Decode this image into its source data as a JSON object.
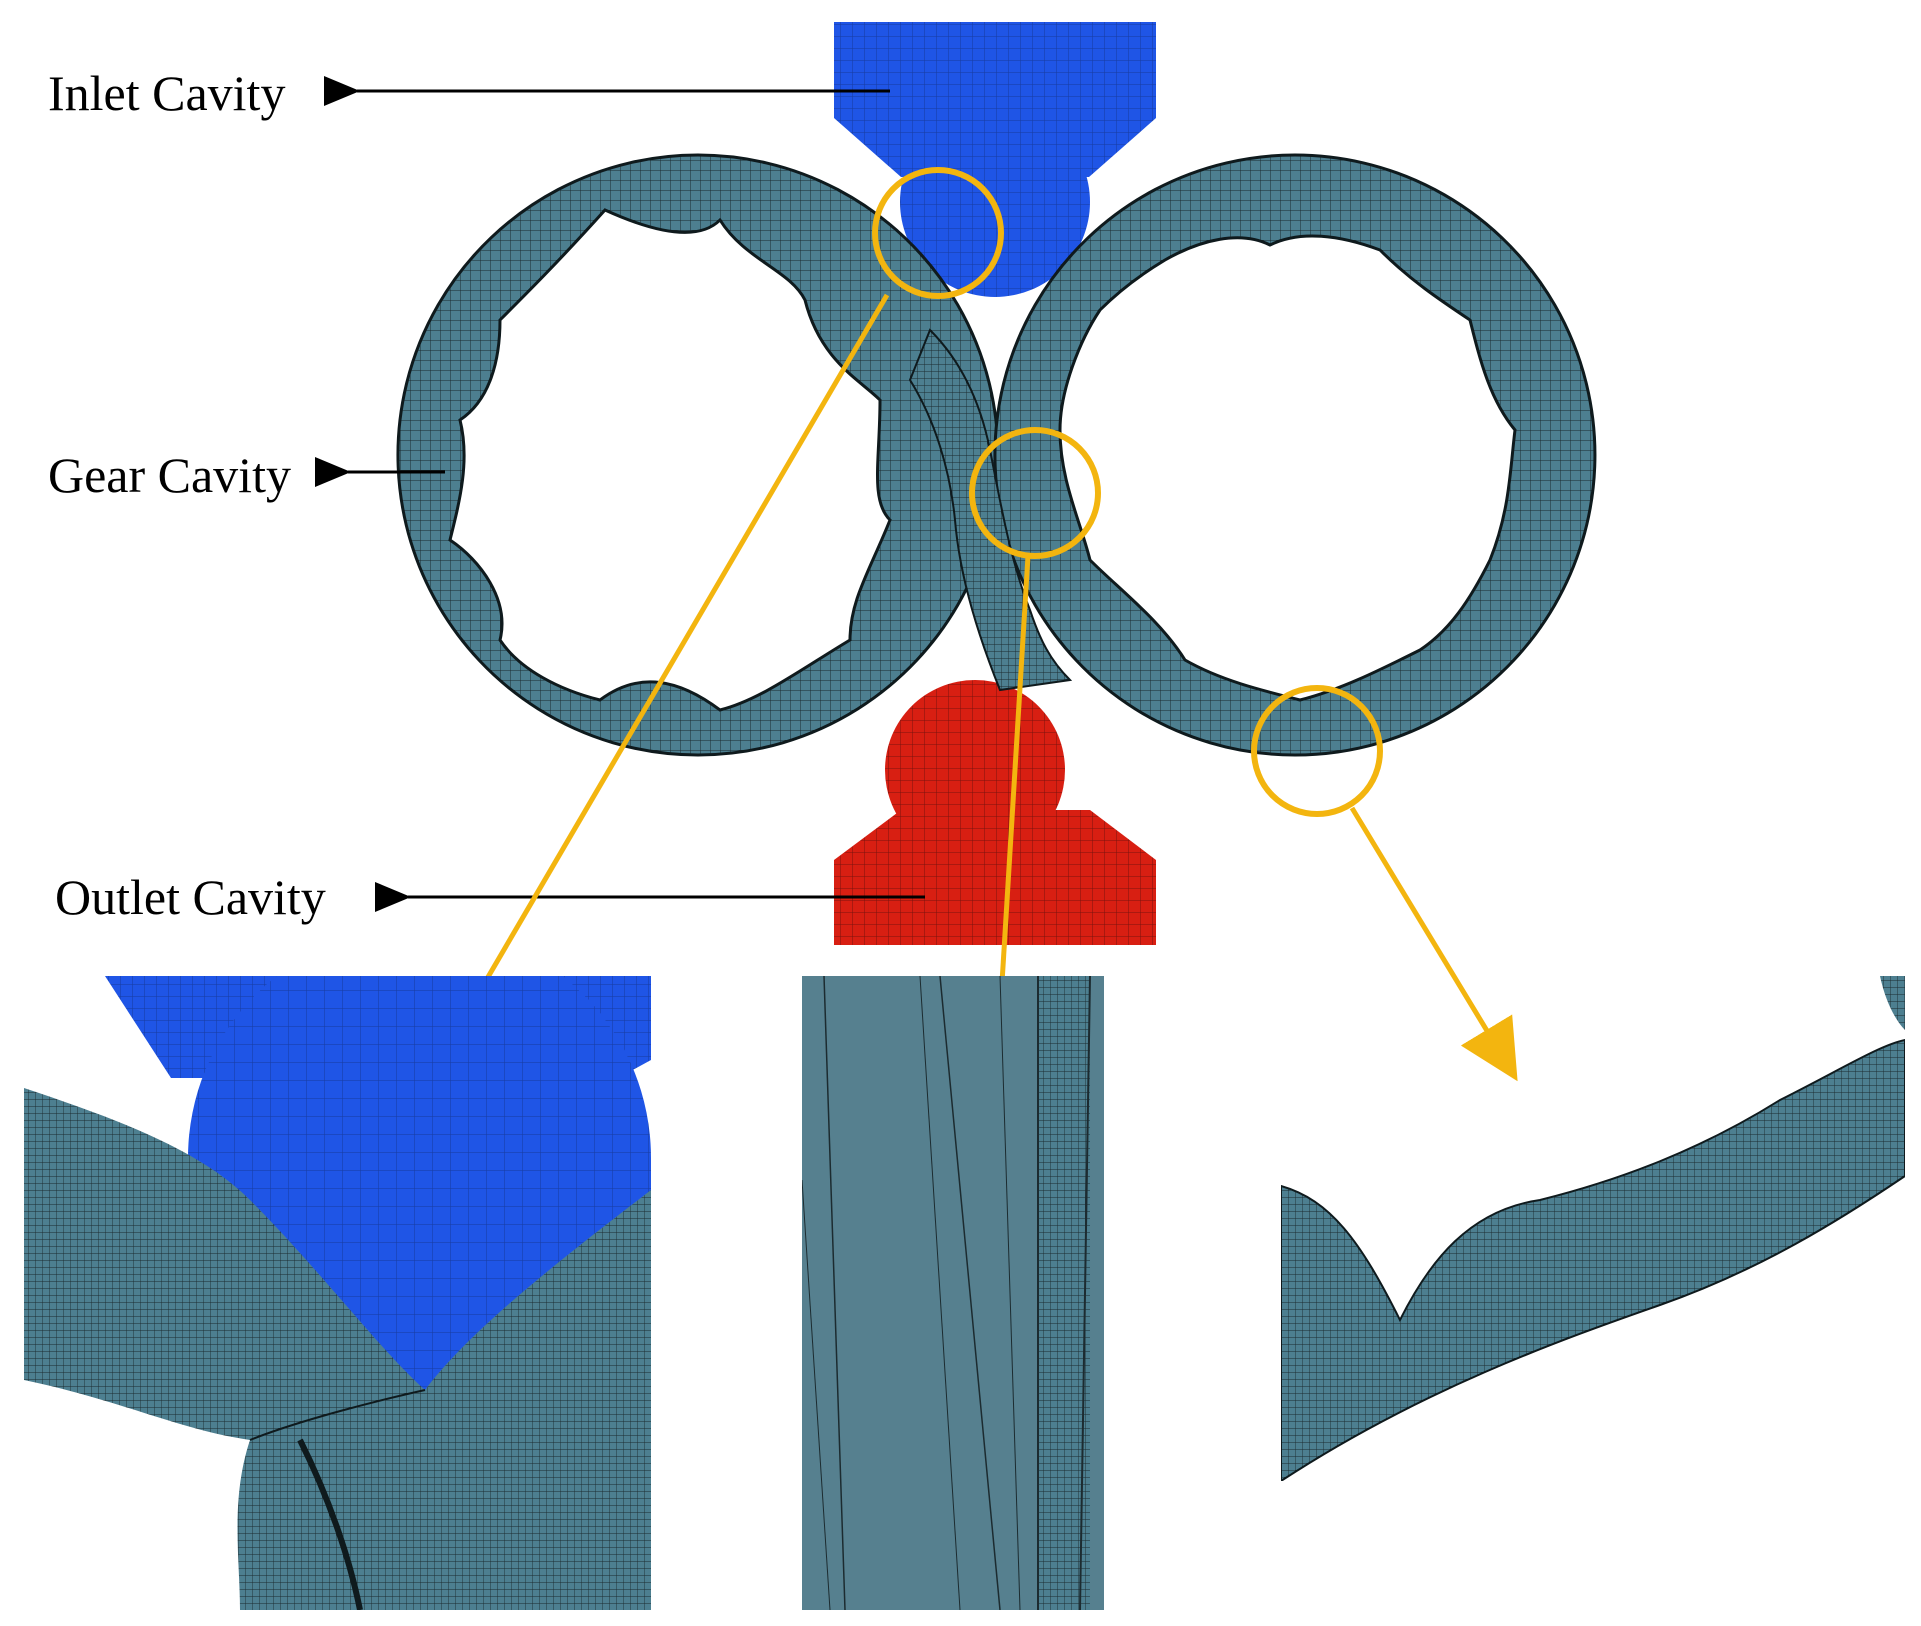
{
  "labels": {
    "inlet": "Inlet Cavity",
    "gear": "Gear Cavity",
    "outlet": "Outlet Cavity"
  },
  "colors": {
    "inlet_mesh": "#1f55e6",
    "outlet_mesh": "#d81f12",
    "gear_mesh": "#4d7f90",
    "highlight": "#f3b50f",
    "mesh_lines": "#1c2b30"
  },
  "icons": {
    "arrow": "left-arrow-icon",
    "highlight": "zoom-circle-icon"
  }
}
